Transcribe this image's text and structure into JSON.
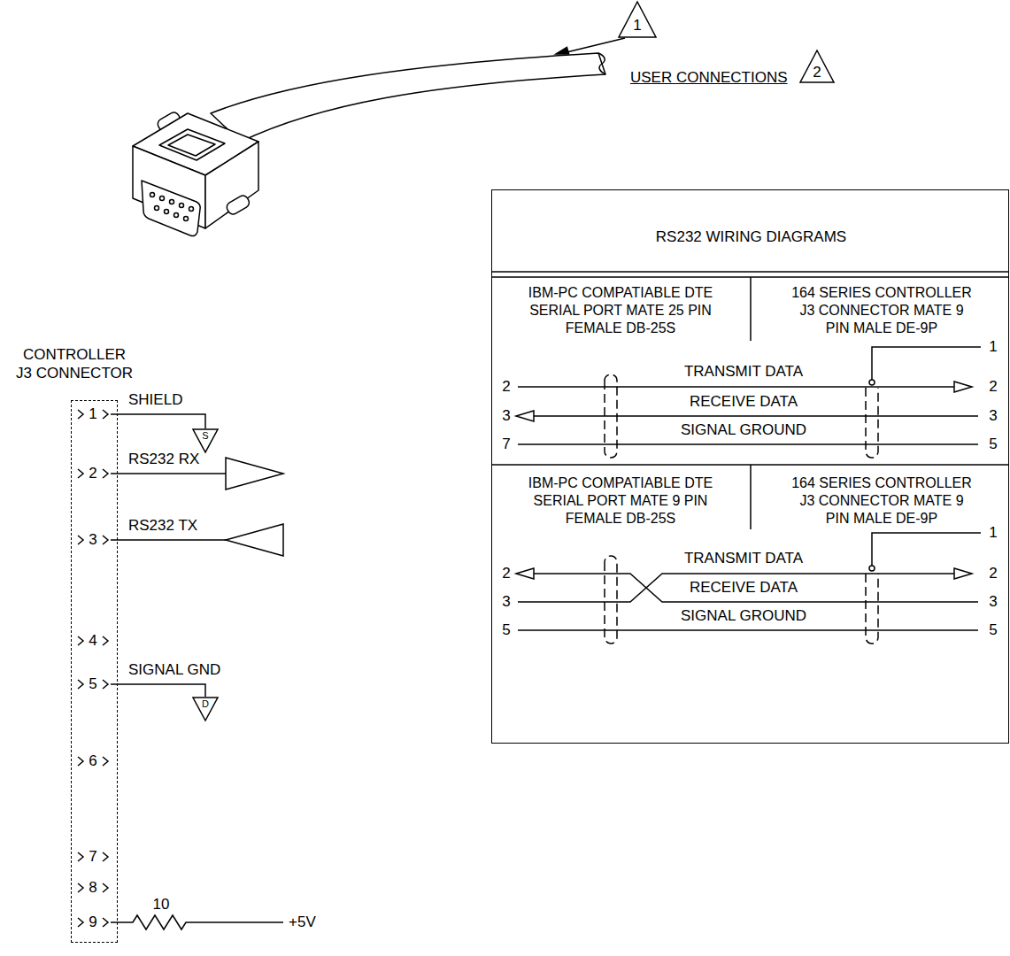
{
  "diagram": {
    "nodes": [
      {
        "text": [
          "1"
        ]
      },
      {
        "text": [
          "2"
        ]
      },
      {
        "text": [
          "RS232 WIRING DIAGRAMS"
        ]
      },
      {
        "text": [
          "IBM-PC COMPATIABLE DTE SERIAL PORT MATE 25 PIN FEMALE DB-25S"
        ],
        "in": 2
      },
      {
        "text": [
          "164 SERIES CONTROLLER J3 CONNECTOR MATE 9 PIN MALE DE-9P"
        ],
        "in": 2
      },
      {
        "text": [
          "IBM-PC COMPATIABLE DTE SERIAL PORT MATE 9 PIN FEMALE DB-25S"
        ],
        "in": 2
      },
      {
        "text": [
          "164 SERIES CONTROLLER J3 CONNECTOR MATE 9 PIN MALE DE-9P"
        ],
        "in": 2
      },
      {
        "text": [
          "CONTROLLER J3 CONNECTOR"
        ]
      },
      {
        "text": [
          "S"
        ]
      },
      {
        "text": [
          "D"
        ]
      }
    ],
    "labels": [
      "USER CONNECTIONS",
      "TRANSMIT DATA",
      "RECEIVE DATA",
      "SIGNAL GROUND",
      "2",
      "3",
      "7",
      "1",
      "2",
      "3",
      "5",
      "TRANSMIT DATA",
      "RECEIVE DATA",
      "SIGNAL GROUND",
      "2",
      "3",
      "5",
      "1",
      "2",
      "3",
      "5",
      "1",
      "2",
      "3",
      "4",
      "5",
      "6",
      "7",
      "8",
      "9",
      "SHIELD",
      "RS232 RX",
      "RS232 TX",
      "SIGNAL GND",
      "10",
      "+5V"
    ]
  }
}
